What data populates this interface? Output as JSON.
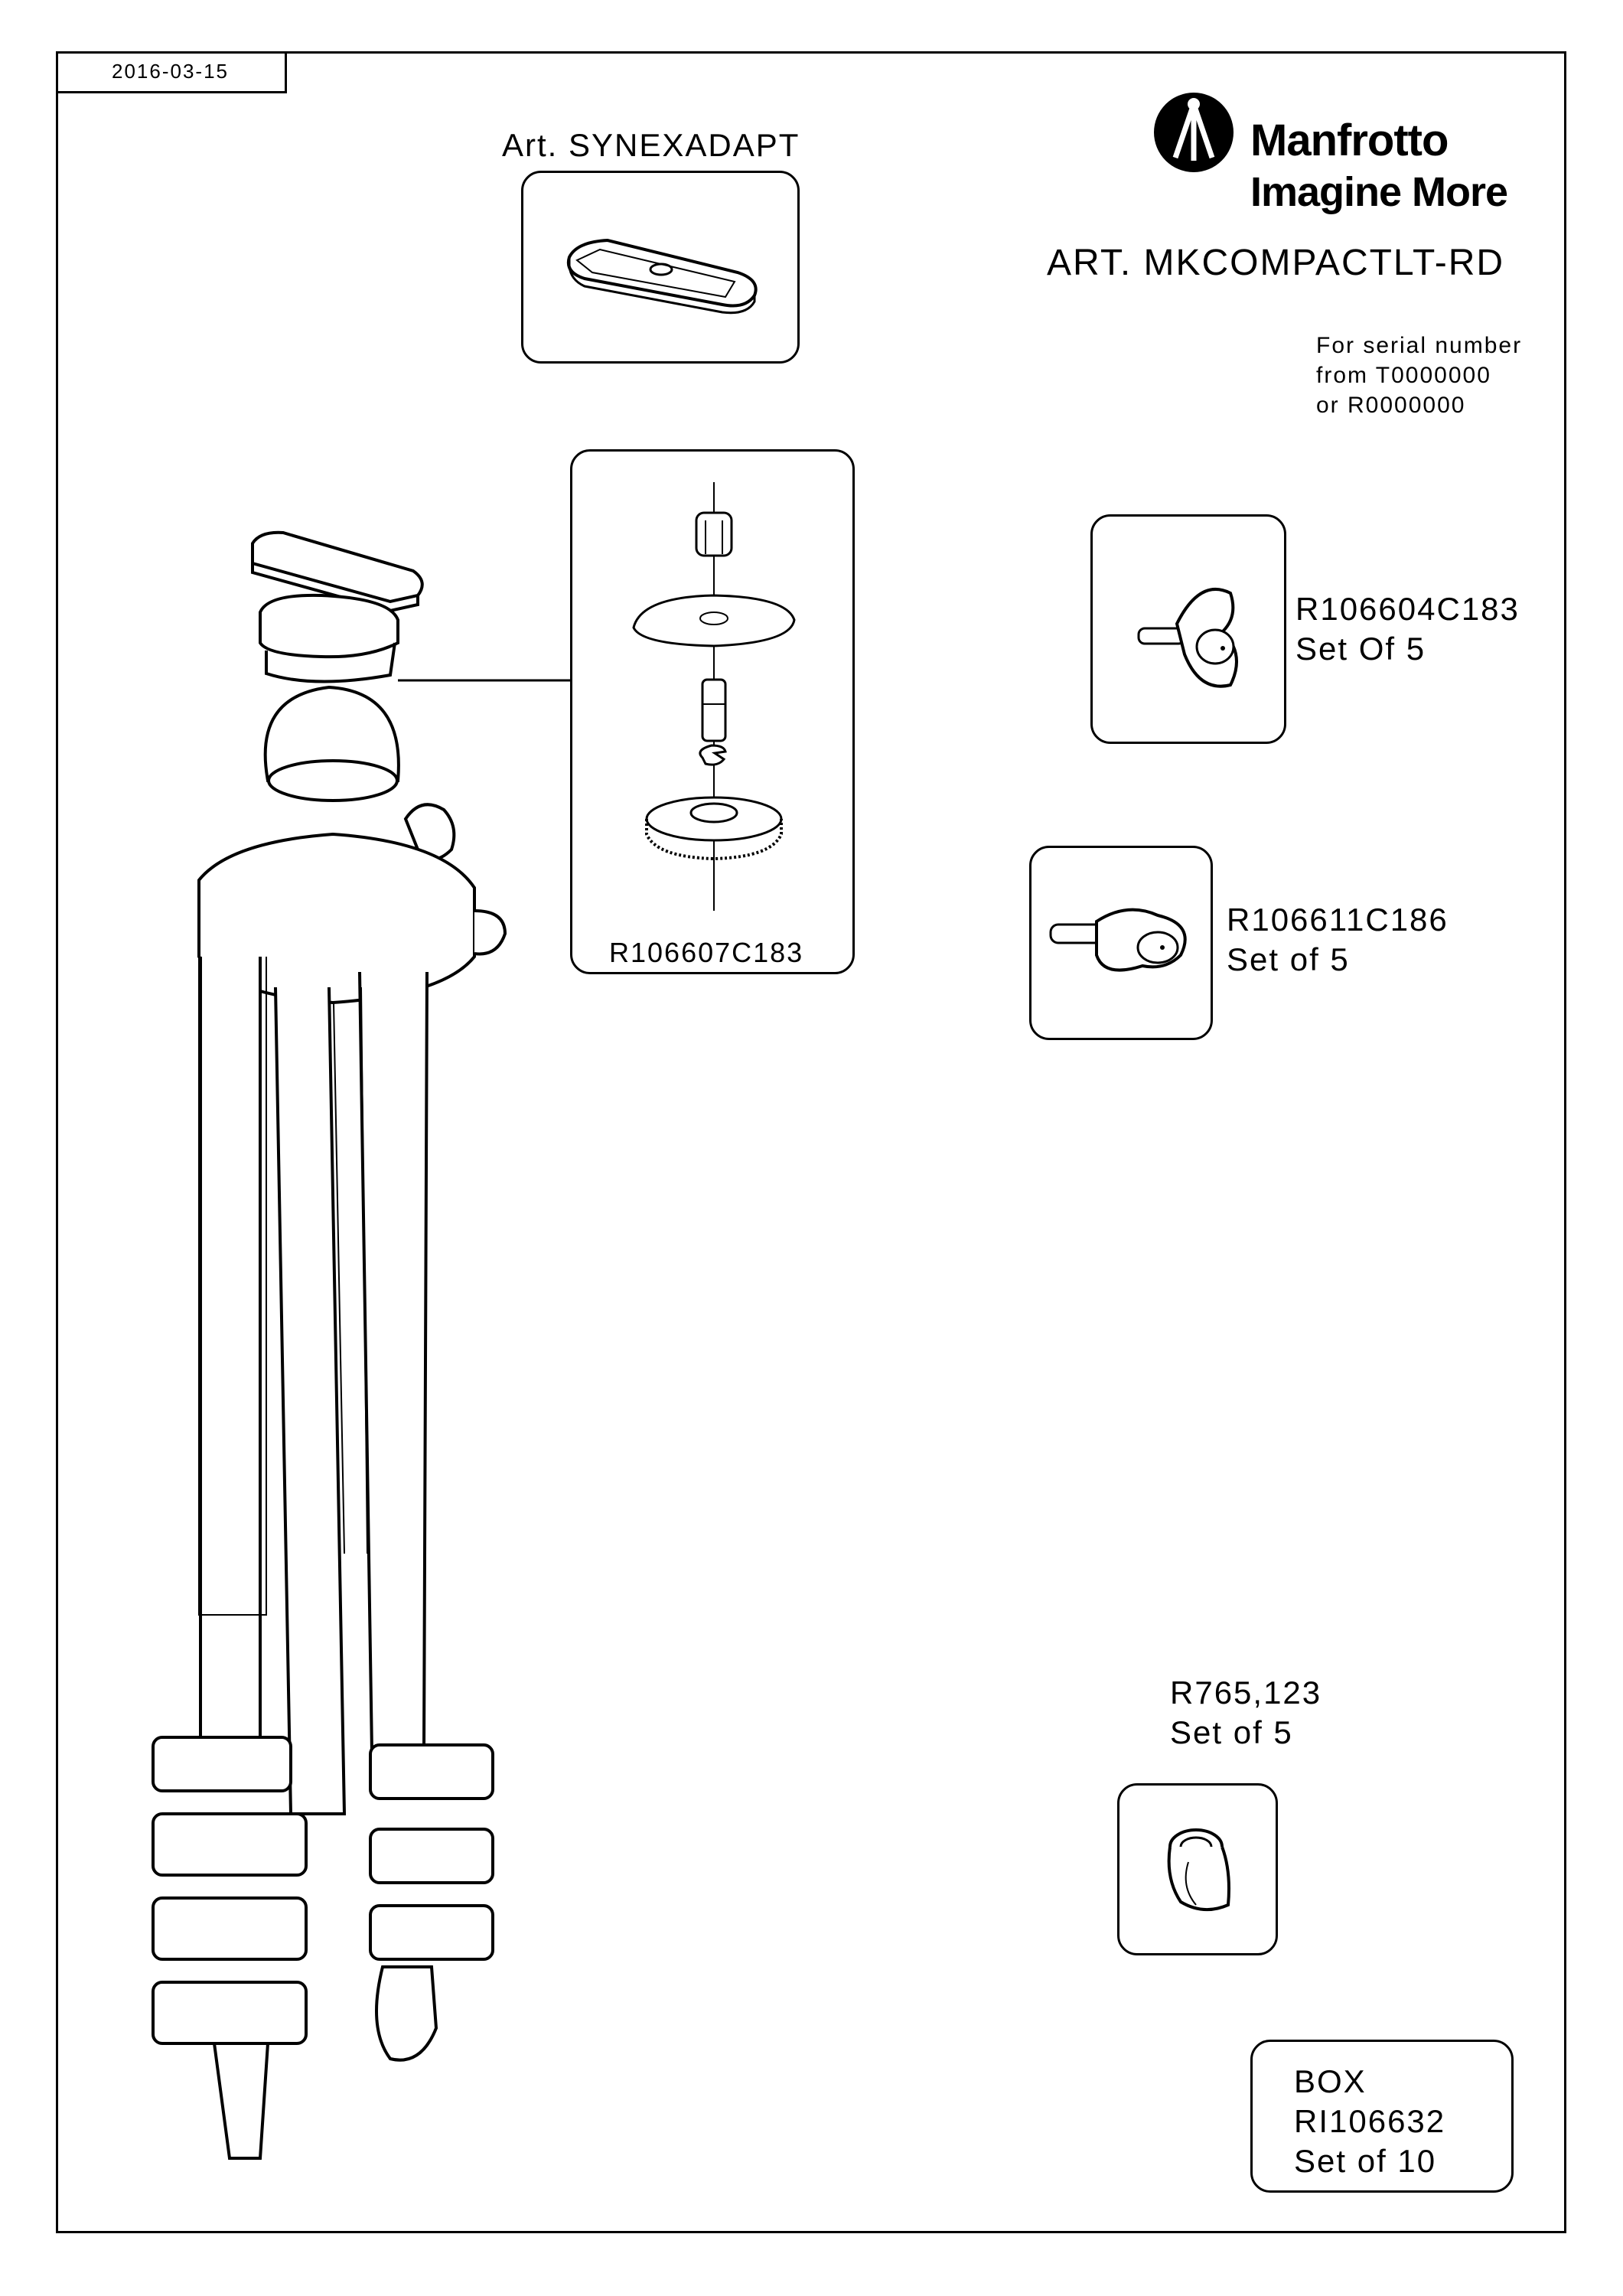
{
  "document": {
    "date": "2016-03-15",
    "brand_name": "Manfrotto",
    "brand_tagline": "Imagine More",
    "article": "ART. MKCOMPACTLT-RD",
    "serial_note": "For serial number\nfrom T0000000\nor R0000000"
  },
  "parts": {
    "synexadapt": {
      "label": "Art. SYNEXADAPT"
    },
    "ball_head_kit": {
      "code": "R106607C183"
    },
    "knob_a": {
      "code": "R106604C183",
      "qty": "Set Of 5"
    },
    "knob_b": {
      "code": "R106611C186",
      "qty": "Set of 5"
    },
    "foot": {
      "code": "R765,123",
      "qty": "Set of 5"
    },
    "box": {
      "title": "BOX",
      "code": "RI106632",
      "qty": "Set of 10"
    }
  }
}
